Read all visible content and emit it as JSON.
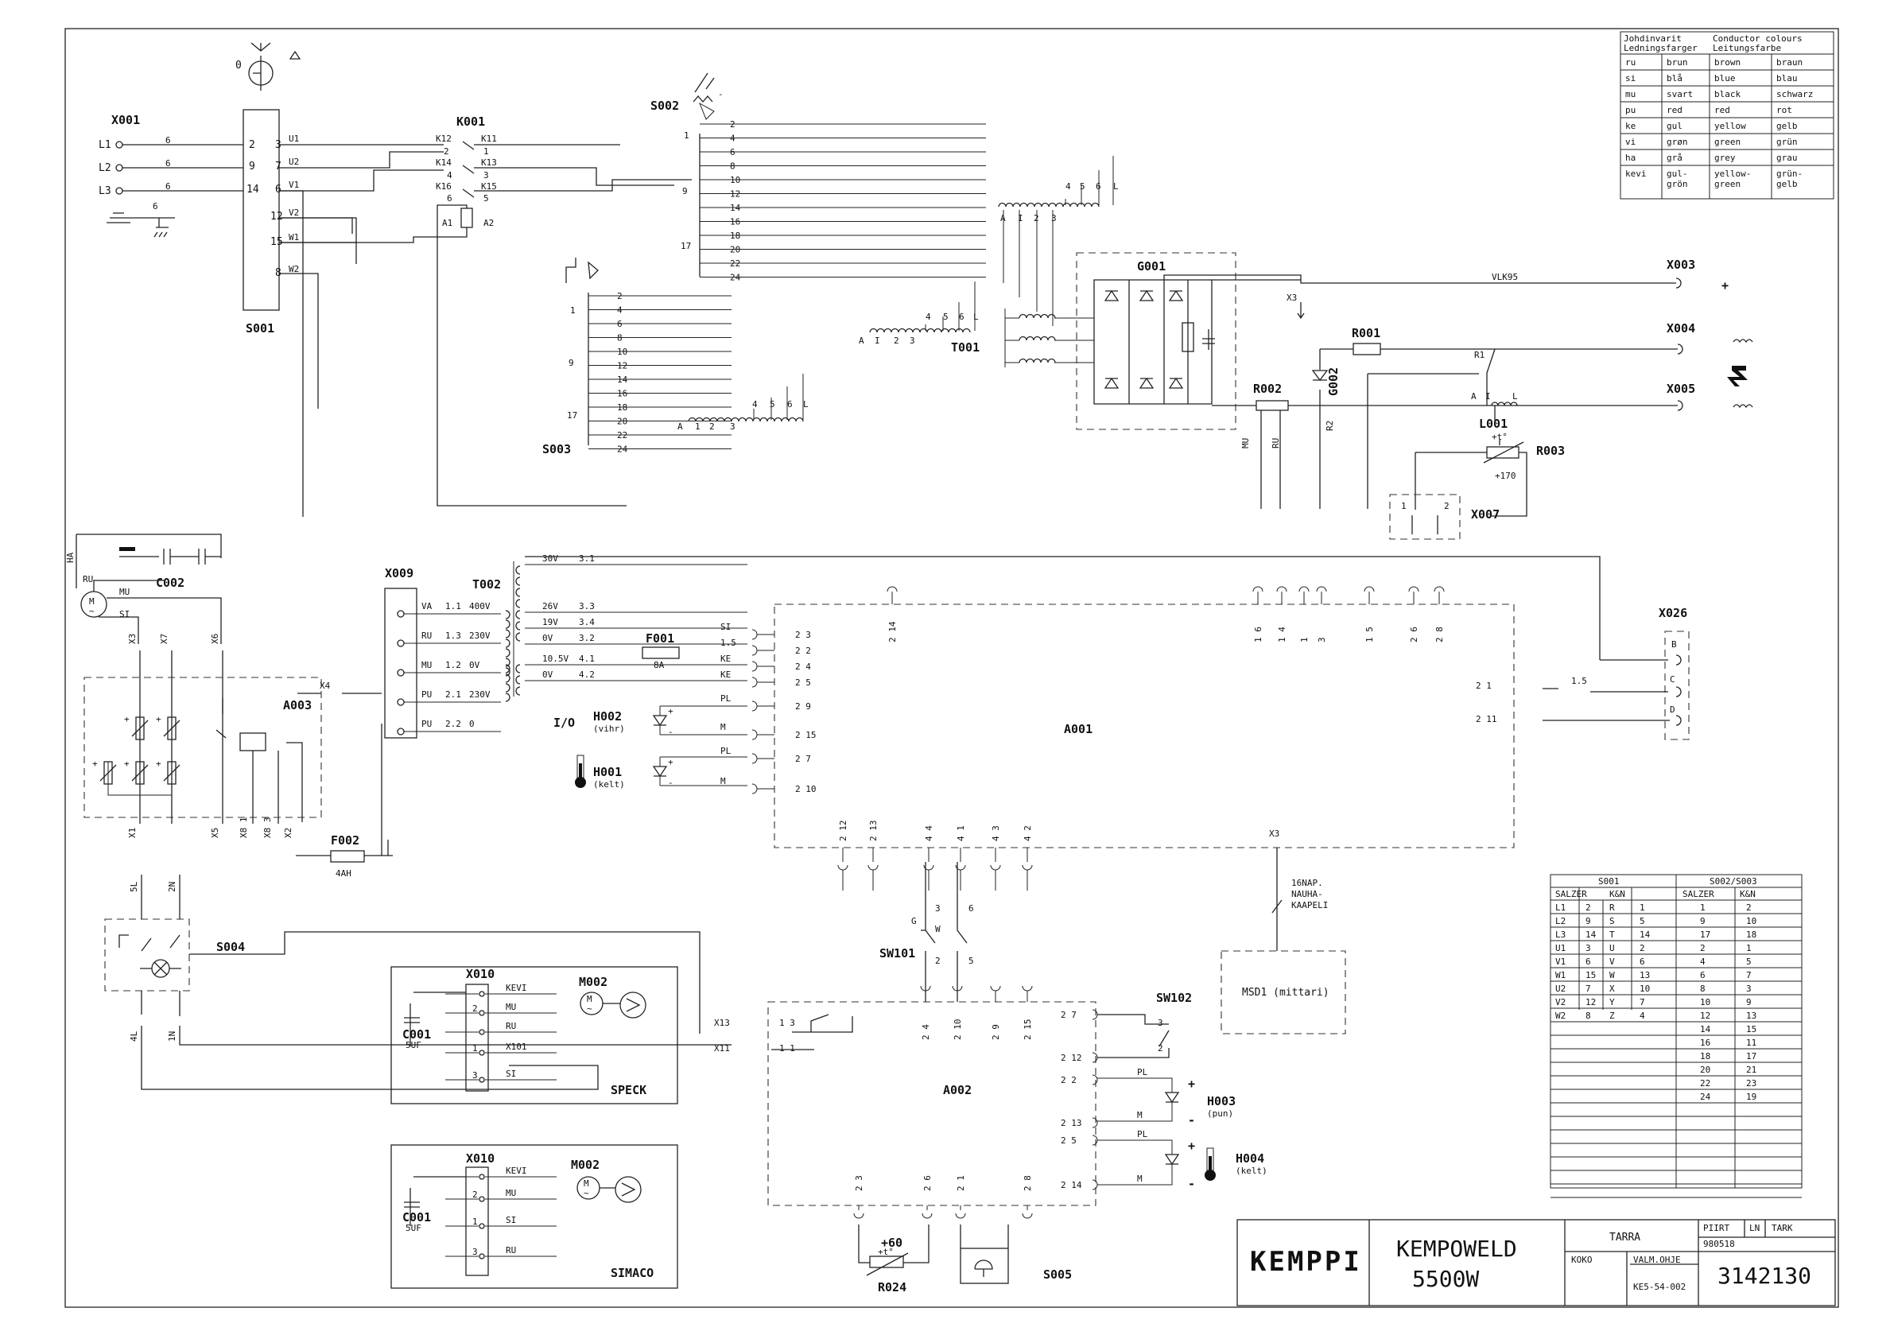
{
  "title_block": {
    "company": "KEMPPI",
    "product_line1": "KEMPOWELD",
    "product_line2": "5500W",
    "tarra": "TARRA",
    "piirt": "PIIRT",
    "ln": "LN",
    "tark": "TARK",
    "date_code": "980518",
    "koko": "KOKO",
    "valm_ohje": "VALM.OHJE",
    "valm_code": "KE5-54-002",
    "drawing_no": "3142130"
  },
  "colour_table": {
    "header_left": [
      "Johdinvarit",
      "Ledningsfarger"
    ],
    "header_right": [
      "Conductor colours",
      "Leitungsfarbe"
    ],
    "rows": [
      [
        "ru",
        "brun",
        "brown",
        "braun"
      ],
      [
        "si",
        "blå",
        "blue",
        "blau"
      ],
      [
        "mu",
        "svart",
        "black",
        "schwarz"
      ],
      [
        "pu",
        "red",
        "red",
        "rot"
      ],
      [
        "ke",
        "gul",
        "yellow",
        "gelb"
      ],
      [
        "vi",
        "grøn",
        "green",
        "grün"
      ],
      [
        "ha",
        "grå",
        "grey",
        "grau"
      ],
      [
        "kevi",
        "gul-grön",
        "yellow-green",
        "grün-gelb"
      ]
    ]
  },
  "switch_table": {
    "head_s001": "S001",
    "head_s002": "S002/S003",
    "sub_headers": [
      "SALZER",
      "K&N",
      "SALZER",
      "K&N"
    ],
    "rows_s001": [
      [
        "L1",
        "2",
        "R",
        "1"
      ],
      [
        "L2",
        "9",
        "S",
        "5"
      ],
      [
        "L3",
        "14",
        "T",
        "14"
      ],
      [
        "U1",
        "3",
        "U",
        "2"
      ],
      [
        "V1",
        "6",
        "V",
        "6"
      ],
      [
        "W1",
        "15",
        "W",
        "13"
      ],
      [
        "U2",
        "7",
        "X",
        "10"
      ],
      [
        "V2",
        "12",
        "Y",
        "7"
      ],
      [
        "W2",
        "8",
        "Z",
        "4"
      ]
    ],
    "rows_s002": [
      [
        "1",
        "2"
      ],
      [
        "9",
        "10"
      ],
      [
        "17",
        "18"
      ],
      [
        "2",
        "1"
      ],
      [
        "4",
        "5"
      ],
      [
        "6",
        "7"
      ],
      [
        "8",
        "3"
      ],
      [
        "10",
        "9"
      ],
      [
        "12",
        "13"
      ],
      [
        "14",
        "15"
      ],
      [
        "16",
        "11"
      ],
      [
        "18",
        "17"
      ],
      [
        "20",
        "21"
      ],
      [
        "22",
        "23"
      ],
      [
        "24",
        "19"
      ]
    ]
  },
  "labels": {
    "x001": "X001",
    "l1": "L1",
    "l2": "L2",
    "l3": "L3",
    "wire6": "6",
    "s001": "S001",
    "k001": "K001",
    "s002": "S002",
    "s003": "S003",
    "t001": "T001",
    "g001": "G001",
    "x003": "X003",
    "x004": "X004",
    "x005": "X005",
    "r001": "R001",
    "r002": "R002",
    "g002": "G002",
    "l001": "L001",
    "r003": "R003",
    "x007": "X007",
    "x009": "X009",
    "t002": "T002",
    "c002": "C002",
    "a003": "A003",
    "f001": "F001",
    "f002": "F002",
    "f001_val": "8A",
    "f002_val": "4AH",
    "a001": "A001",
    "x026": "X026",
    "h002": "H002",
    "h002_sub": "(vihr)",
    "h001": "H001",
    "h001_sub": "(kelt)",
    "io": "I/O",
    "s004": "S004",
    "sw101": "SW101",
    "sw102": "SW102",
    "a002": "A002",
    "msd1": "MSD1 (mittari)",
    "nauha1": "16NAP.",
    "nauha2": "NAUHA-",
    "nauha3": "KAAPELI",
    "h003": "H003",
    "h003_sub": "(pun)",
    "h004": "H004",
    "h004_sub": "(kelt)",
    "x010": "X010",
    "m002": "M002",
    "c001": "C001",
    "c001_val": "5UF",
    "speck": "SPECK",
    "simaco": "SIMACO",
    "r024": "R024",
    "r024_val": "+60",
    "s005": "S005",
    "vlk95": "VLK95",
    "r003_val": "+170",
    "x3": "X3",
    "r2": "R2",
    "plus": "+"
  },
  "x009_taps": [
    [
      "VA",
      "1.1",
      "400V"
    ],
    [
      "RU",
      "1.3",
      "230V"
    ],
    [
      "MU",
      "1.2",
      "0V"
    ],
    [
      "PU",
      "2.1",
      "230V"
    ],
    [
      "PU",
      "2.2",
      "0"
    ]
  ],
  "t002_secondary": [
    [
      "30V",
      "3.1"
    ],
    [
      "26V",
      "3.3"
    ],
    [
      "19V",
      "3.4"
    ],
    [
      "0V",
      "3.2"
    ],
    [
      "10.5V",
      "4.1"
    ],
    [
      "0V",
      "4.2"
    ]
  ],
  "a001_left_pins": [
    [
      "SI",
      "2 3"
    ],
    [
      "1.5",
      "2 2"
    ],
    [
      "KE",
      "2 4"
    ],
    [
      "KE",
      "2 5"
    ],
    [
      "PL",
      "2 9"
    ],
    [
      "M",
      "2 15"
    ],
    [
      "PL",
      "2 7"
    ],
    [
      "M",
      "2 10"
    ]
  ]
}
